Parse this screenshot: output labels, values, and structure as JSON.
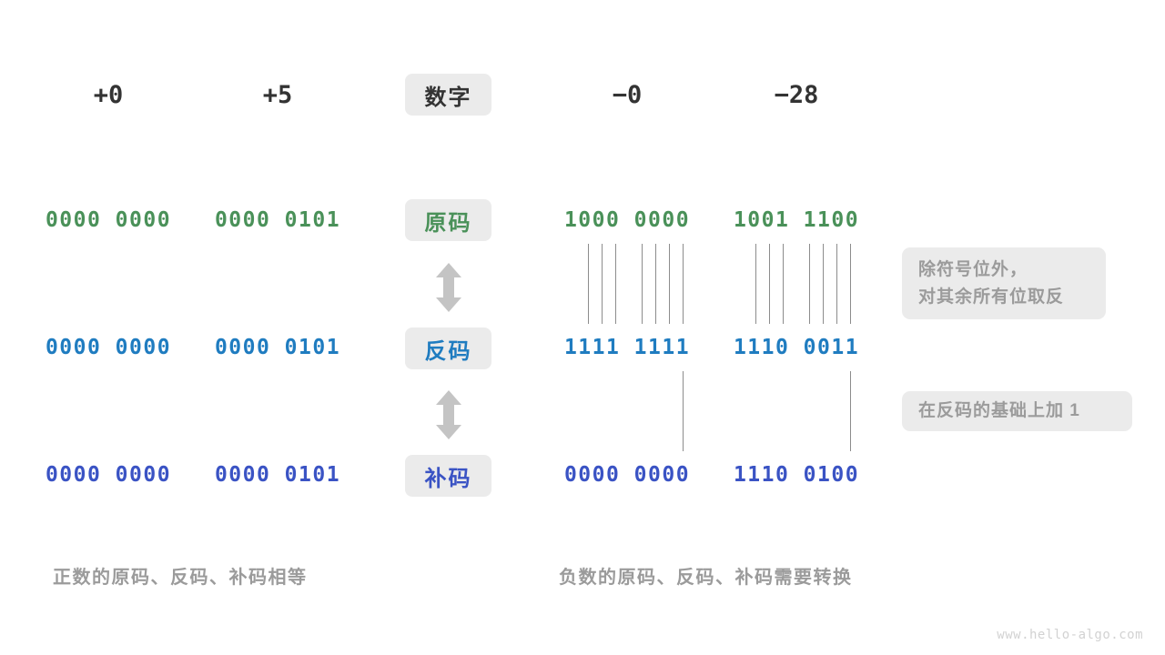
{
  "meta": {
    "watermark": "www.hello-algo.com"
  },
  "colors": {
    "green": "#4a9159",
    "blue": "#1f7cc0",
    "indigo": "#3a53c4",
    "badge_bg": "#ebebeb",
    "note_text": "#9b9b9b",
    "line": "#8c8c8c",
    "dark": "#333333"
  },
  "badges": [
    {
      "label": "数字",
      "tone": "dark"
    },
    {
      "label": "原码",
      "tone": "green"
    },
    {
      "label": "反码",
      "tone": "blue"
    },
    {
      "label": "补码",
      "tone": "indigo"
    }
  ],
  "header": {
    "positive": [
      "+0",
      "+5"
    ],
    "negative": [
      "−0",
      "−28"
    ]
  },
  "rows": [
    {
      "name": "原码",
      "tone": "green",
      "positive": [
        "0000 0000",
        "0000 0101"
      ],
      "negative": [
        "1000 0000",
        "1001 1100"
      ]
    },
    {
      "name": "反码",
      "tone": "blue",
      "positive": [
        "0000 0000",
        "0000 0101"
      ],
      "negative": [
        "1111 1111",
        "1110 0011"
      ]
    },
    {
      "name": "补码",
      "tone": "indigo",
      "positive": [
        "0000 0000",
        "0000 0101"
      ],
      "negative": [
        "0000 0000",
        "1110 0100"
      ]
    }
  ],
  "notes": [
    {
      "lines": [
        "除符号位外，",
        "对其余所有位取反"
      ]
    },
    {
      "lines": [
        "在反码的基础上加 1"
      ]
    }
  ],
  "captions": {
    "left": "正数的原码、反码、补码相等",
    "right": "负数的原码、反码、补码需要转换"
  },
  "icons": {
    "arrow": "double-vertical-arrow"
  }
}
